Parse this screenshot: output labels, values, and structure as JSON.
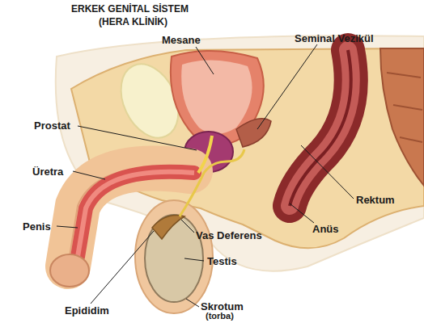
{
  "diagram": {
    "title": "ERKEK GENİTAL SİSTEM",
    "labels": [
      "(HERA KLİNİK)",
      "Mesane",
      "Seminal Vezikül",
      "Prostat",
      "Üretra",
      "Rektum",
      "Penis",
      "Anüs",
      "Vas Deferens",
      "Testis",
      "Epididim",
      "Skrotum",
      "(torba)"
    ]
  }
}
